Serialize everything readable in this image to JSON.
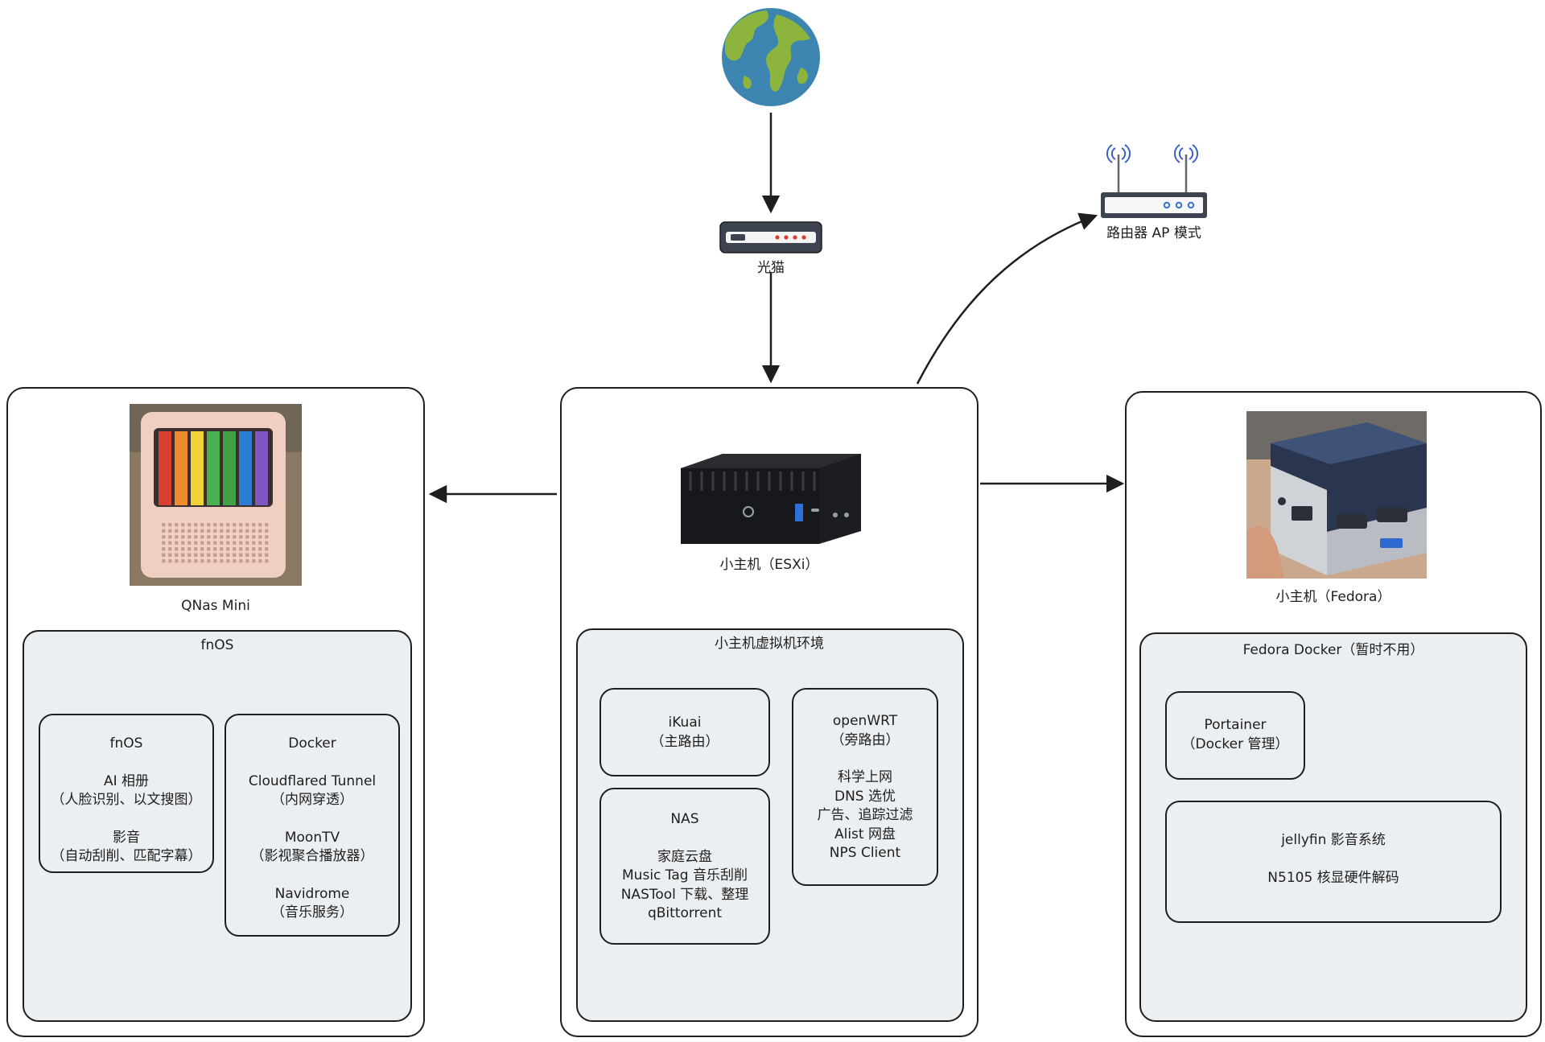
{
  "modem": {
    "label": "光猫"
  },
  "router": {
    "label": "路由器 AP 模式"
  },
  "left": {
    "device_label": "QNas Mini",
    "group_title": "fnOS",
    "card_fnos": {
      "lines": [
        "fnOS",
        "",
        "AI 相册",
        "（人脸识别、以文搜图）",
        "",
        "影音",
        "（自动刮削、匹配字幕）"
      ]
    },
    "card_docker": {
      "lines": [
        "Docker",
        "",
        "Cloudflared Tunnel",
        "（内网穿透）",
        "",
        "MoonTV",
        "（影视聚合播放器）",
        "",
        "Navidrome",
        "（音乐服务）"
      ]
    }
  },
  "center": {
    "device_label": "小主机（ESXi）",
    "group_title": "小主机虚拟机环境",
    "card_ikuai": {
      "lines": [
        "iKuai",
        "（主路由）"
      ]
    },
    "card_nas": {
      "lines": [
        "NAS",
        "",
        "家庭云盘",
        "Music Tag 音乐刮削",
        "NASTool 下载、整理",
        "qBittorrent"
      ]
    },
    "card_openwrt": {
      "lines": [
        "openWRT",
        "（旁路由）",
        "",
        "科学上网",
        "DNS 选优",
        "广告、追踪过滤",
        "Alist 网盘",
        "NPS Client"
      ]
    }
  },
  "right": {
    "device_label": "小主机（Fedora）",
    "group_title": "Fedora Docker（暂时不用）",
    "card_portainer": {
      "lines": [
        "Portainer",
        "（Docker 管理）"
      ]
    },
    "card_jellyfin": {
      "lines": [
        "jellyfin 影音系统",
        "",
        "N5105 核显硬件解码"
      ]
    }
  },
  "colors": {
    "stroke": "#1e1e1e",
    "panel_fill": "#eceff2",
    "globe_ocean": "#3c85b0",
    "globe_land": "#8db43c",
    "router_signal": "#3b5fc4",
    "modem_led": "#e03b2f",
    "router_led": "#3b6fd0"
  }
}
